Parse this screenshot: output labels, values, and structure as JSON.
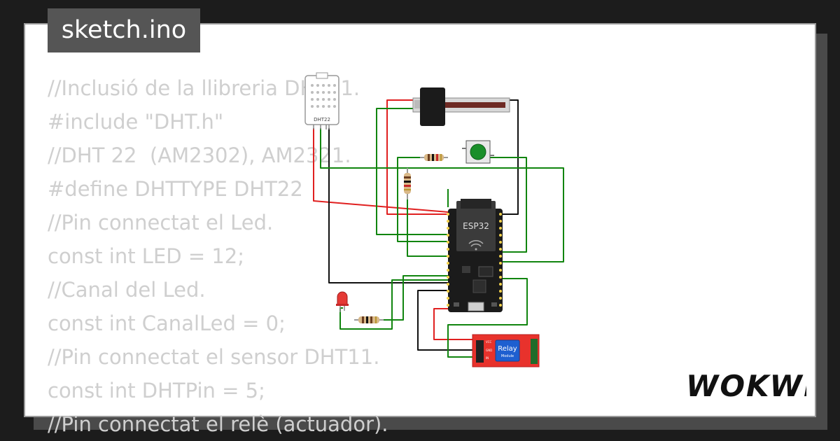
{
  "file_tab": {
    "label": "sketch.ino"
  },
  "code_lines": [
    "//Inclusió de la llibreria DHT11.",
    "#include \"DHT.h\"",
    "//DHT 22  (AM2302), AM2321.",
    "#define DHTTYPE DHT22",
    "//Pin connectat el Led.",
    "const int LED = 12;",
    "//Canal del Led.",
    "const int CanalLed = 0;",
    "//Pin connectat el sensor DHT11.",
    "const int DHTPin = 5;",
    "//Pin connectat el relè (actuador)."
  ],
  "components": {
    "dht": "DHT22",
    "esp32": "ESP32",
    "relay_title": "Relay",
    "relay_sub": "Module",
    "relay_pins": [
      "VCC",
      "GND",
      "IN"
    ]
  },
  "brand": {
    "logo": "WOKWi"
  },
  "colors": {
    "wire_green": "#11850f",
    "wire_red": "#e02020",
    "wire_black": "#111111",
    "relay_red": "#e8322c",
    "esp_body": "#1b1b1b"
  }
}
